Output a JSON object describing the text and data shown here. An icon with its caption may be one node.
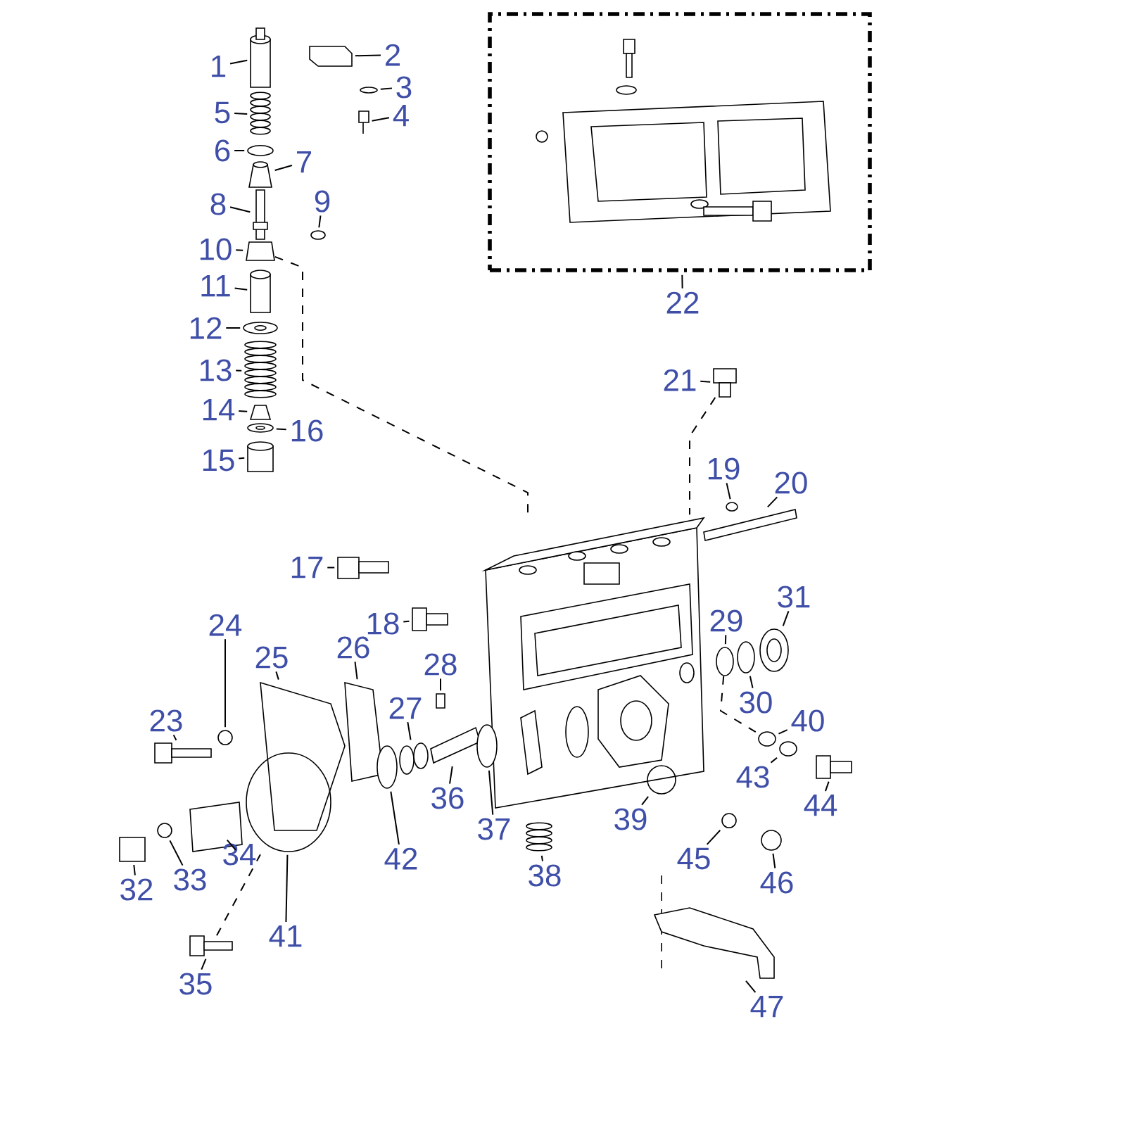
{
  "diagram": {
    "nodes": [
      {
        "text": [
          "1"
        ]
      },
      {
        "text": [
          "2"
        ]
      },
      {
        "text": [
          "3"
        ]
      },
      {
        "text": [
          "4"
        ]
      },
      {
        "text": [
          "5"
        ]
      },
      {
        "text": [
          "6"
        ]
      },
      {
        "text": [
          "7"
        ]
      },
      {
        "text": [
          "8"
        ]
      },
      {
        "text": [
          "9"
        ]
      },
      {
        "text": [
          "10"
        ]
      },
      {
        "text": [
          "11"
        ]
      },
      {
        "text": [
          "12"
        ]
      },
      {
        "text": [
          "13"
        ]
      },
      {
        "text": [
          "14"
        ]
      },
      {
        "text": [
          "15"
        ]
      },
      {
        "text": [
          "16"
        ]
      },
      {
        "text": [
          "17"
        ]
      },
      {
        "text": [
          "18"
        ]
      },
      {
        "text": [
          "19"
        ]
      },
      {
        "text": [
          "20"
        ]
      },
      {
        "text": [
          "21"
        ]
      },
      {
        "text": [
          "22"
        ]
      },
      {
        "text": [
          "23"
        ]
      },
      {
        "text": [
          "24"
        ]
      },
      {
        "text": [
          "25"
        ]
      },
      {
        "text": [
          "26"
        ]
      },
      {
        "text": [
          "27"
        ]
      },
      {
        "text": [
          "28"
        ]
      },
      {
        "text": [
          "29"
        ]
      },
      {
        "text": [
          "30"
        ]
      },
      {
        "text": [
          "31"
        ]
      },
      {
        "text": [
          "32"
        ]
      },
      {
        "text": [
          "33"
        ]
      },
      {
        "text": [
          "34"
        ]
      },
      {
        "text": [
          "35"
        ]
      },
      {
        "text": [
          "36"
        ]
      },
      {
        "text": [
          "37"
        ]
      },
      {
        "text": [
          "38"
        ]
      },
      {
        "text": [
          "39"
        ]
      },
      {
        "text": [
          "40"
        ]
      },
      {
        "text": [
          "41"
        ]
      },
      {
        "text": [
          "42"
        ]
      },
      {
        "text": [
          "43"
        ]
      },
      {
        "text": [
          "44"
        ]
      },
      {
        "text": [
          "45"
        ]
      },
      {
        "text": [
          "46"
        ]
      },
      {
        "text": [
          "47"
        ]
      },
      {
        "text": [],
        "shape": "box"
      },
      {
        "text": [],
        "shape": "box"
      },
      {
        "text": [],
        "shape": "box"
      },
      {
        "text": [],
        "shape": "circle"
      },
      {
        "text": [],
        "shape": "box"
      },
      {
        "text": [],
        "shape": "picture"
      },
      {
        "text": [],
        "shape": "circle"
      },
      {
        "text": [],
        "shape": "box"
      },
      {
        "text": [],
        "shape": "box"
      },
      {
        "text": [],
        "shape": "circle"
      },
      {
        "text": [],
        "shape": "box"
      },
      {
        "text": [],
        "shape": "box"
      },
      {
        "text": [],
        "shape": "circle"
      },
      {
        "text": [],
        "shape": "picture"
      },
      {
        "text": [],
        "shape": "box"
      },
      {
        "text": [],
        "shape": "box"
      },
      {
        "text": [],
        "shape": "circle"
      },
      {
        "text": [],
        "shape": "box"
      },
      {
        "text": [],
        "shape": "box"
      },
      {
        "text": [],
        "shape": "circle"
      },
      {
        "text": [],
        "shape": "box"
      },
      {
        "text": [],
        "shape": "box"
      },
      {
        "text": [],
        "shape": "box"
      },
      {
        "text": [],
        "shape": "circle"
      },
      {
        "text": [],
        "shape": "box"
      },
      {
        "text": [],
        "shape": "box"
      },
      {
        "text": [],
        "shape": "circle"
      },
      {
        "text": [],
        "shape": "box"
      },
      {
        "text": [],
        "shape": "circle"
      },
      {
        "text": [],
        "shape": "circle"
      },
      {
        "text": [],
        "shape": "circle"
      },
      {
        "text": [],
        "shape": "box"
      },
      {
        "text": [],
        "shape": "circle"
      },
      {
        "text": [],
        "shape": "box"
      },
      {
        "text": [],
        "shape": "box"
      },
      {
        "text": [],
        "shape": "box"
      },
      {
        "text": [],
        "shape": "circle"
      },
      {
        "text": [],
        "shape": "picture"
      },
      {
        "text": [],
        "shape": "circle"
      },
      {
        "text": [],
        "shape": "circle"
      },
      {
        "text": [],
        "shape": "circle"
      },
      {
        "text": [],
        "shape": "circle"
      },
      {
        "text": [],
        "shape": "circle"
      },
      {
        "text": [],
        "shape": "box"
      },
      {
        "text": [],
        "shape": "circle"
      },
      {
        "text": [],
        "shape": "circle"
      },
      {
        "text": [],
        "shape": "box"
      },
      {
        "text": [],
        "shape": "picture"
      }
    ],
    "edges": [
      {
        "from": 0,
        "to": 48,
        "arrow": "none"
      },
      {
        "from": 1,
        "to": 49,
        "arrow": "none"
      },
      {
        "from": 2,
        "to": 50,
        "arrow": "none"
      },
      {
        "from": 3,
        "to": 51,
        "arrow": "none"
      },
      {
        "from": 4,
        "to": 52,
        "arrow": "none"
      },
      {
        "from": 5,
        "to": 53,
        "arrow": "none"
      },
      {
        "from": 6,
        "to": 54,
        "arrow": "none"
      },
      {
        "from": 7,
        "to": 55,
        "arrow": "none"
      },
      {
        "from": 8,
        "to": 56,
        "arrow": "none"
      },
      {
        "from": 9,
        "to": 57,
        "arrow": "none"
      },
      {
        "from": 10,
        "to": 58,
        "arrow": "none"
      },
      {
        "from": 11,
        "to": 59,
        "arrow": "none"
      },
      {
        "from": 12,
        "to": 60,
        "arrow": "none"
      },
      {
        "from": 13,
        "to": 61,
        "arrow": "none"
      },
      {
        "from": 14,
        "to": 62,
        "arrow": "none"
      },
      {
        "from": 15,
        "to": 63,
        "arrow": "none"
      },
      {
        "from": 16,
        "to": 64,
        "arrow": "none"
      },
      {
        "from": 17,
        "to": 65,
        "arrow": "none"
      },
      {
        "from": 18,
        "to": 66,
        "arrow": "none"
      },
      {
        "from": 19,
        "to": 67,
        "arrow": "none"
      },
      {
        "from": 20,
        "to": 68,
        "arrow": "none"
      },
      {
        "from": 21,
        "to": 47,
        "arrow": "none"
      },
      {
        "from": 22,
        "to": 69,
        "arrow": "none"
      },
      {
        "from": 23,
        "to": 70,
        "arrow": "none"
      },
      {
        "from": 24,
        "to": 71,
        "arrow": "none"
      },
      {
        "from": 25,
        "to": 72,
        "arrow": "none"
      },
      {
        "from": 26,
        "to": 73,
        "arrow": "none"
      },
      {
        "from": 27,
        "to": 74,
        "arrow": "none"
      },
      {
        "from": 28,
        "to": 75,
        "arrow": "none"
      },
      {
        "from": 29,
        "to": 76,
        "arrow": "none"
      },
      {
        "from": 30,
        "to": 77,
        "arrow": "none"
      },
      {
        "from": 31,
        "to": 78,
        "arrow": "none"
      },
      {
        "from": 32,
        "to": 79,
        "arrow": "none"
      },
      {
        "from": 33,
        "to": 80,
        "arrow": "none"
      },
      {
        "from": 34,
        "to": 81,
        "arrow": "none"
      },
      {
        "from": 35,
        "to": 82,
        "arrow": "none"
      },
      {
        "from": 36,
        "to": 83,
        "arrow": "none"
      },
      {
        "from": 37,
        "to": 84,
        "arrow": "none"
      },
      {
        "from": 38,
        "to": 85,
        "arrow": "none"
      },
      {
        "from": 39,
        "to": 86,
        "arrow": "none"
      },
      {
        "from": 40,
        "to": 87,
        "arrow": "none"
      },
      {
        "from": 41,
        "to": 88,
        "arrow": "none"
      },
      {
        "from": 42,
        "to": 89,
        "arrow": "none"
      },
      {
        "from": 43,
        "to": 90,
        "arrow": "none"
      },
      {
        "from": 44,
        "to": 91,
        "arrow": "none"
      },
      {
        "from": 45,
        "to": 92,
        "arrow": "none"
      },
      {
        "from": 46,
        "to": 93,
        "arrow": "none"
      },
      {
        "from": 57,
        "to": 94,
        "arrow": "none",
        "style": "dashed"
      },
      {
        "from": 68,
        "to": 94,
        "arrow": "none",
        "style": "dashed"
      },
      {
        "from": 75,
        "to": 86,
        "arrow": "none",
        "style": "dashed"
      },
      {
        "from": 81,
        "to": 87,
        "arrow": "none",
        "style": "dashed"
      }
    ]
  }
}
